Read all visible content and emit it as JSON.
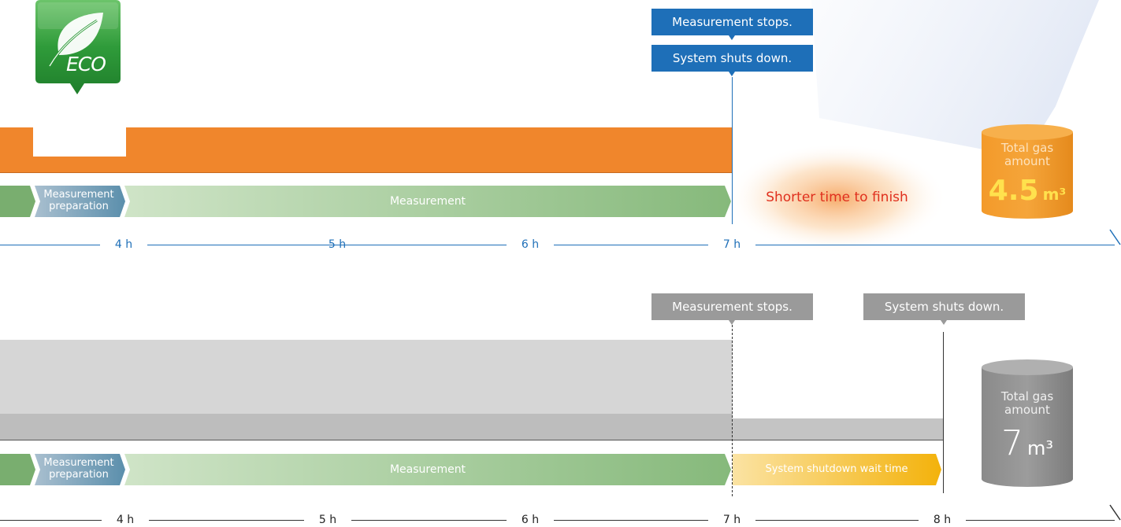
{
  "eco": {
    "text": "ECO",
    "events": {
      "stop": "Measurement stops.",
      "shutdown": "System shuts down."
    },
    "phases": {
      "prep": [
        "Measurement",
        "preparation"
      ],
      "measure": "Measurement"
    },
    "note": "Shorter time to finish",
    "gas": {
      "label": [
        "Total gas",
        "amount"
      ],
      "value": "4.5",
      "unit": "m³"
    },
    "ticks": [
      "4 h",
      "5 h",
      "6 h",
      "7 h"
    ]
  },
  "conventional": {
    "events": {
      "stop": "Measurement stops.",
      "shutdown": "System shuts down."
    },
    "phases": {
      "prep": [
        "Measurement",
        "preparation"
      ],
      "measure": "Measurement",
      "wait": "System shutdown wait time"
    },
    "gas": {
      "label": [
        "Total gas",
        "amount"
      ],
      "value": "7",
      "unit": "m³"
    },
    "ticks": [
      "4 h",
      "5 h",
      "6 h",
      "7 h",
      "8 h"
    ]
  },
  "colors": {
    "eco_blue": "#1e6fb8",
    "orange": "#f0862c",
    "gray_label": "#9a9a9a",
    "green_start": "#cfe4c7",
    "green_end": "#86b97b",
    "prep_start": "#a9bfcf",
    "prep_end": "#5b8fac",
    "wait_start": "#fbe3a3",
    "wait_end": "#f3b20b",
    "note_red": "#e0301e",
    "eco_green": "#3e9e3c"
  }
}
